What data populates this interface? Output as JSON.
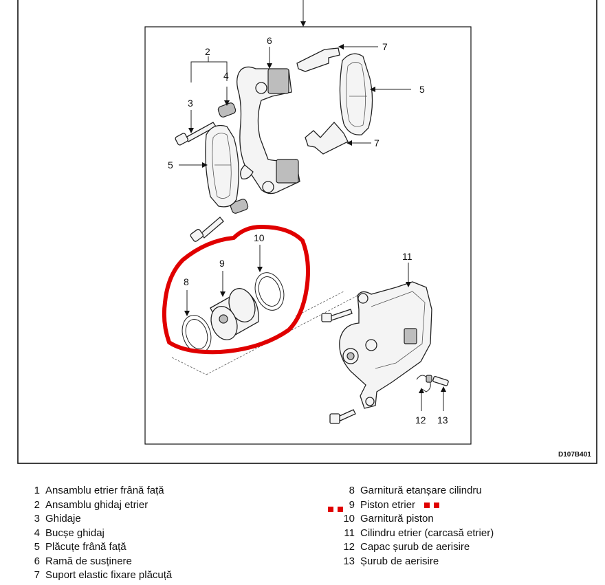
{
  "diagram": {
    "code": "D107B401",
    "callouts": {
      "c2": "2",
      "c3": "3",
      "c4": "4",
      "c5a": "5",
      "c5b": "5",
      "c6": "6",
      "c7a": "7",
      "c7b": "7",
      "c8": "8",
      "c9": "9",
      "c10": "10",
      "c11": "11",
      "c12": "12",
      "c13": "13"
    },
    "highlight_color": "#e00000"
  },
  "legend": {
    "left": [
      {
        "num": "1",
        "text": "Ansamblu etrier frână față"
      },
      {
        "num": "2",
        "text": "Ansamblu ghidaj etrier"
      },
      {
        "num": "3",
        "text": "Ghidaje"
      },
      {
        "num": "4",
        "text": "Bucșe ghidaj"
      },
      {
        "num": "5",
        "text": "Plăcuțe frână față"
      },
      {
        "num": "6",
        "text": "Ramă de susținere"
      },
      {
        "num": "7",
        "text": "Suport elastic fixare plăcuță"
      }
    ],
    "right": [
      {
        "num": "8",
        "text": "Garnitură etanșare cilindru"
      },
      {
        "num": "9",
        "text": "Piston etrier"
      },
      {
        "num": "10",
        "text": "Garnitură piston"
      },
      {
        "num": "11",
        "text": "Cilindru etrier (carcasă etrier)"
      },
      {
        "num": "12",
        "text": "Capac șurub de aerisire"
      },
      {
        "num": "13",
        "text": "Șurub de aerisire"
      }
    ]
  }
}
